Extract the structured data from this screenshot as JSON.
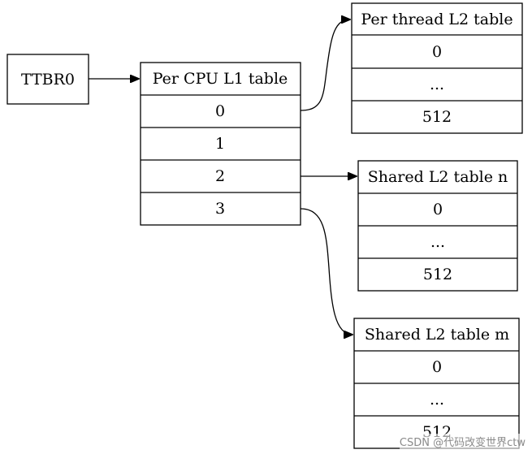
{
  "ttbr": {
    "label": "TTBR0"
  },
  "l1_table": {
    "title": "Per CPU L1 table",
    "rows": [
      "0",
      "1",
      "2",
      "3"
    ]
  },
  "thread_l2": {
    "title": "Per thread L2 table",
    "rows": [
      "0",
      "...",
      "512"
    ]
  },
  "shared_l2_n": {
    "title": "Shared L2 table n",
    "rows": [
      "0",
      "...",
      "512"
    ]
  },
  "shared_l2_m": {
    "title": "Shared L2 table m",
    "rows": [
      "0",
      "...",
      "512"
    ]
  },
  "watermark": {
    "text": "CSDN @代码改变世界ctw"
  },
  "colors": {
    "stroke": "#000000",
    "background": "#ffffff",
    "watermark": "#8a8a8a"
  }
}
